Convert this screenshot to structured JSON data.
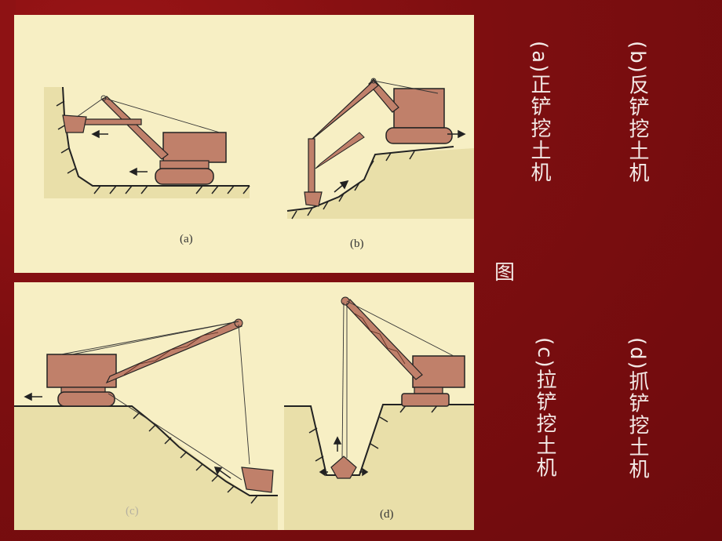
{
  "panels": {
    "a": {
      "label": "(a)"
    },
    "b": {
      "label": "(b)"
    },
    "c": {
      "label": "(c)"
    },
    "d": {
      "label": "(d)"
    }
  },
  "captions": {
    "a": "(a)正铲挖土机",
    "b": "(b)反铲挖土机",
    "c": "(c)拉铲挖土机",
    "d": "(d)抓铲挖土机",
    "figure_word": "图"
  },
  "colors": {
    "background": "#7a0d0f",
    "panel": "#f7efc4",
    "machine": "#c0806a",
    "caption_text": "#f3e9e6"
  }
}
